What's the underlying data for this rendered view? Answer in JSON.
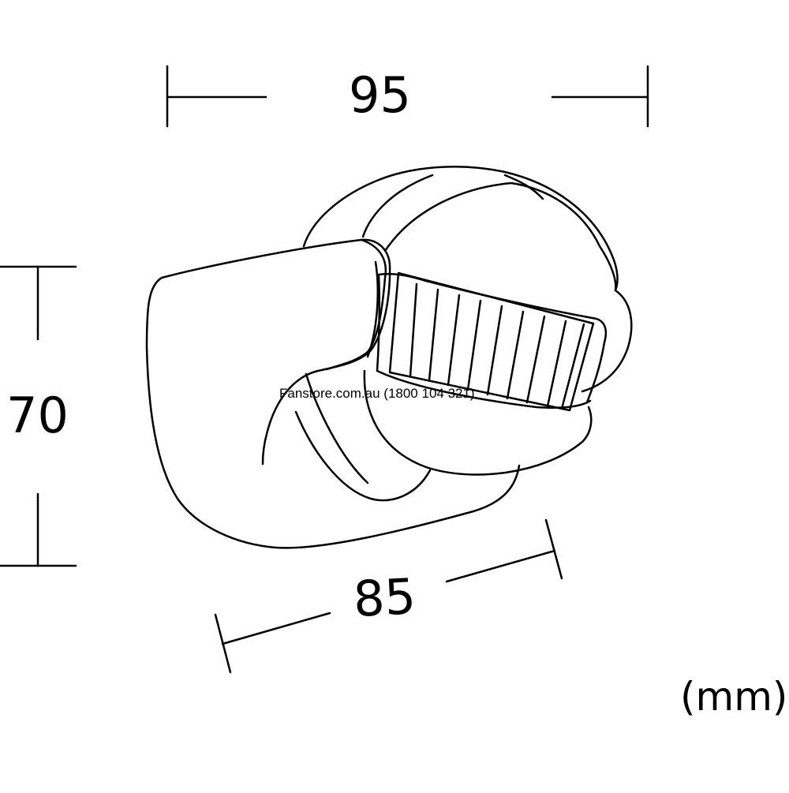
{
  "dimensions": {
    "width": "95",
    "height": "70",
    "depth": "85",
    "unit": "(mm)"
  },
  "watermark": "Fanstore.com.au (1800 104 321)"
}
